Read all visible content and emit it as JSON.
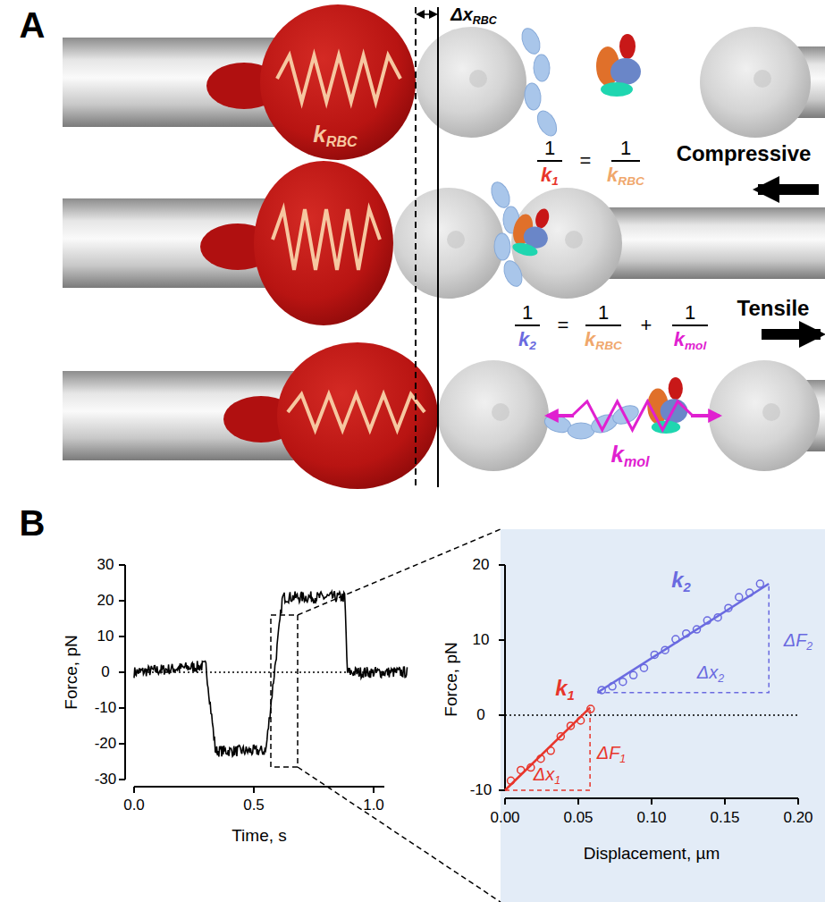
{
  "diagram": {
    "labels": [
      "A",
      "ΔxRBC",
      "kRBC",
      "1",
      "k1",
      "=",
      "1",
      "kRBC",
      "Compressive",
      "1",
      "k2",
      "=",
      "1",
      "kRBC",
      "+",
      "1",
      "kmol",
      "Tensile",
      "kmol",
      "B",
      "30",
      "20",
      "10",
      "0",
      "-10",
      "-20",
      "-30",
      "Force, pN",
      "0.0",
      "0.5",
      "1.0",
      "Time, s",
      "20",
      "10",
      "0",
      "-10",
      "Force, pN",
      "0.00",
      "0.05",
      "0.10",
      "0.15",
      "0.20",
      "Displacement, µm",
      "k2",
      "ΔF2",
      "Δx2",
      "k1",
      "ΔF1",
      "Δx1"
    ]
  }
}
